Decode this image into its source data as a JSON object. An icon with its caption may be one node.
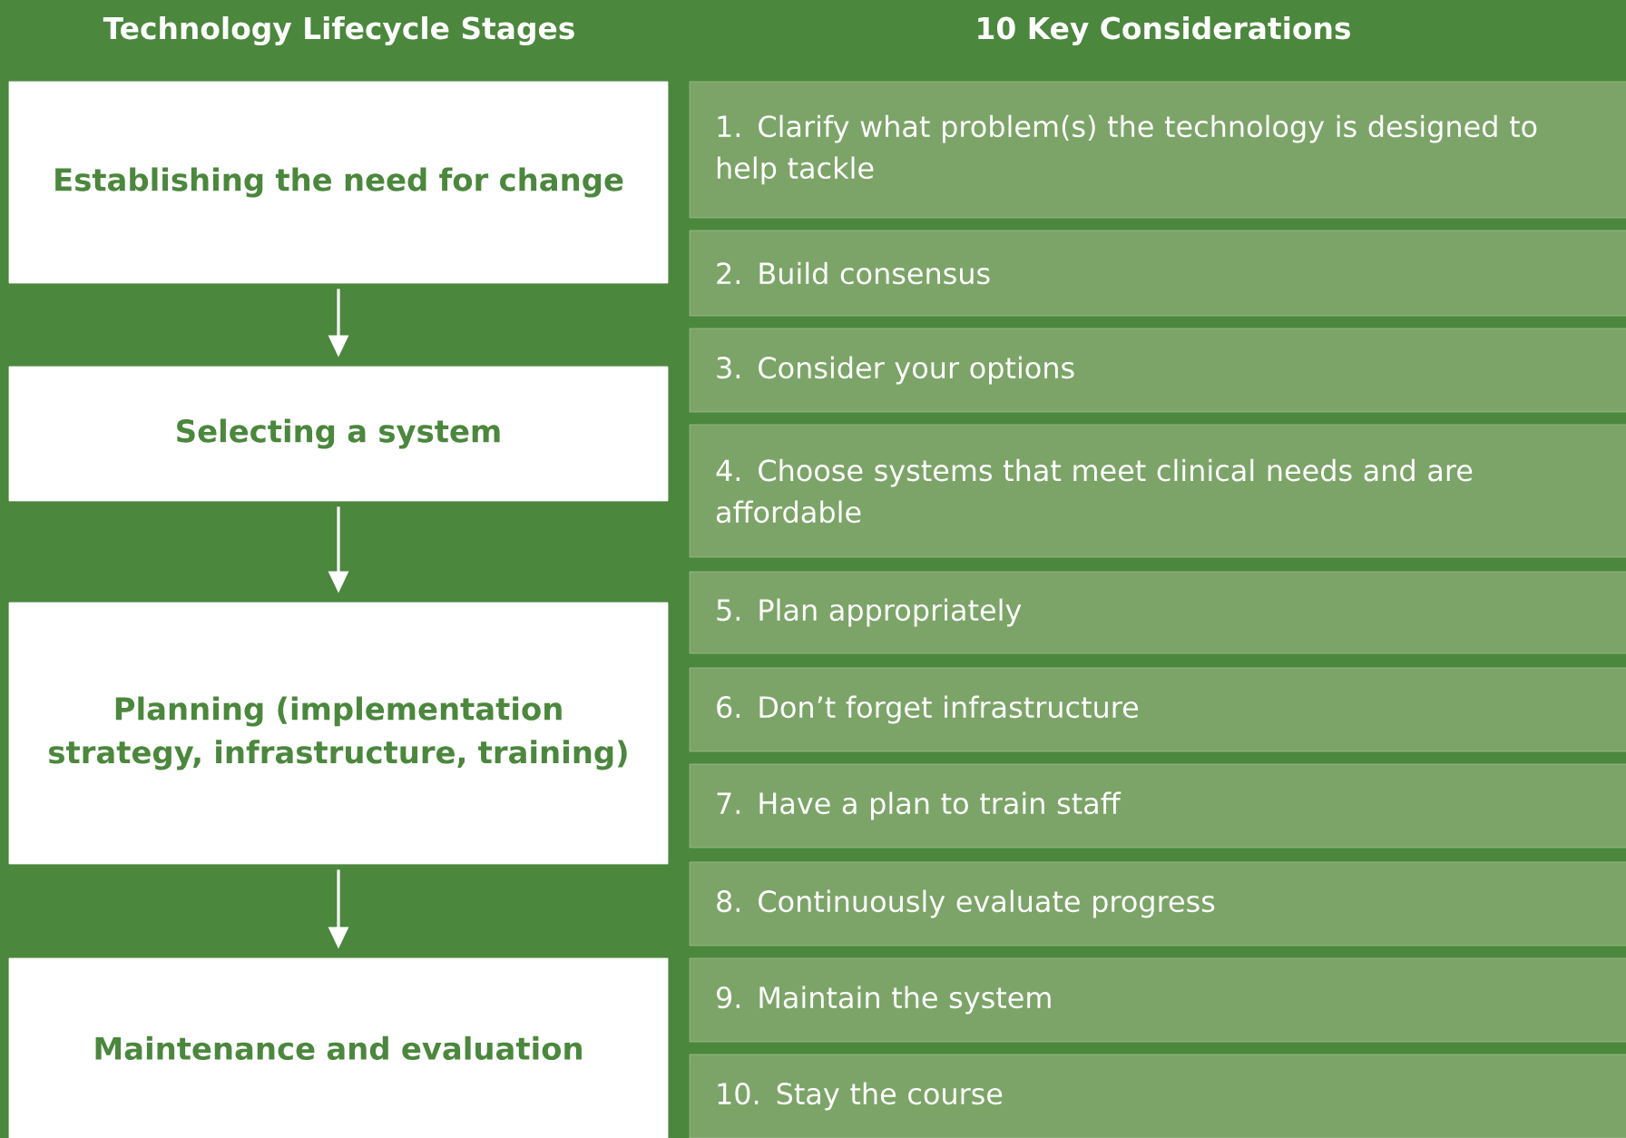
{
  "diagram": {
    "nodes": [
      {
        "text": [
          "Establishing the need for change"
        ]
      },
      {
        "text": [
          "Selecting a system"
        ]
      },
      {
        "text": [
          "Planning (implementation strategy, infrastructure, training)"
        ]
      },
      {
        "text": [
          "Maintenance and evaluation"
        ]
      },
      {
        "text": [
          "1. Clarify what problem(s) the technology is designed to help tackle"
        ]
      },
      {
        "text": [
          "2. Build consensus"
        ]
      },
      {
        "text": [
          "3. Consider your options"
        ]
      },
      {
        "text": [
          "4. Choose systems that meet clinical needs and are affordable"
        ]
      },
      {
        "text": [
          "5. Plan appropriately"
        ]
      },
      {
        "text": [
          "6. Don’t forget infrastructure"
        ]
      },
      {
        "text": [
          "7. Have a plan to train staff"
        ]
      },
      {
        "text": [
          "8. Continuously evaluate progress"
        ]
      },
      {
        "text": [
          "9. Maintain the system"
        ]
      },
      {
        "text": [
          "10. Stay the course"
        ]
      }
    ],
    "edges": [
      {
        "from": 0,
        "to": 1,
        "arrow": "to"
      },
      {
        "from": 1,
        "to": 2,
        "arrow": "to"
      },
      {
        "from": 2,
        "to": 3,
        "arrow": "to"
      }
    ],
    "labels": [
      "Technology Lifecycle Stages",
      "10 Key Considerations"
    ]
  }
}
